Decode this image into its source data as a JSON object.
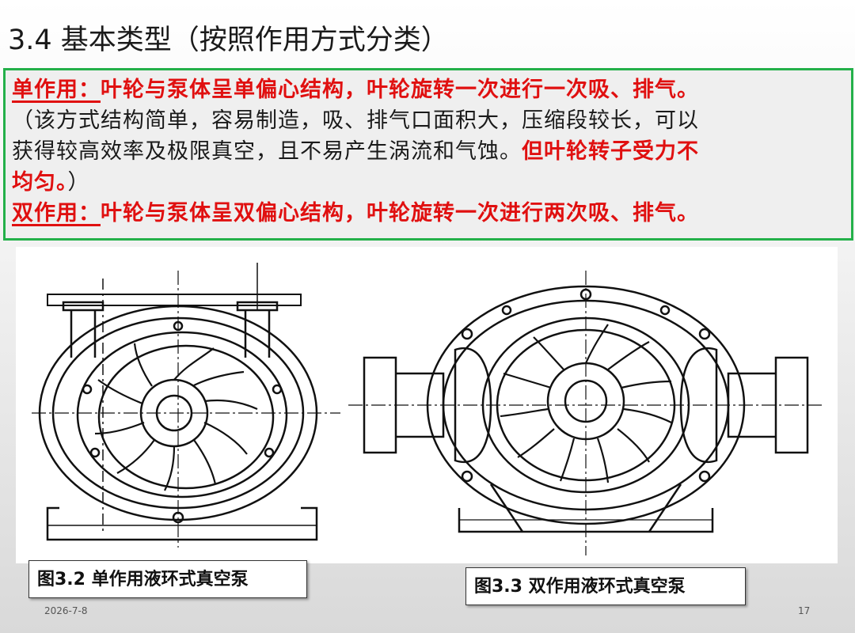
{
  "slide": {
    "title": "3.4 基本类型（按照作用方式分类）",
    "single": {
      "label": "单作用：",
      "desc": "叶轮与泵体呈单偏心结构，叶轮旋转一次进行一次吸、排气。",
      "note_line1": "（该方式结构简单，容易制造，吸、排气口面积大，压缩段较长，可以",
      "note_line2": "获得较高效率及极限真空，且不易产生涡流和气蚀。",
      "note_red": "但叶轮转子受力不",
      "note_line3_red": "均匀。",
      "note_line3_end": "）"
    },
    "double": {
      "label": "双作用：",
      "desc": "叶轮与泵体呈双偏心结构，叶轮旋转一次进行两次吸、排气。"
    },
    "captions": {
      "fig1": "图3.2 单作用液环式真空泵",
      "fig2": "图3.3 双作用液环式真空泵"
    },
    "footer": {
      "date": "2026-7-8",
      "page": "17"
    }
  },
  "colors": {
    "accent_red": "#e01010",
    "box_border_green": "#24b04a"
  }
}
